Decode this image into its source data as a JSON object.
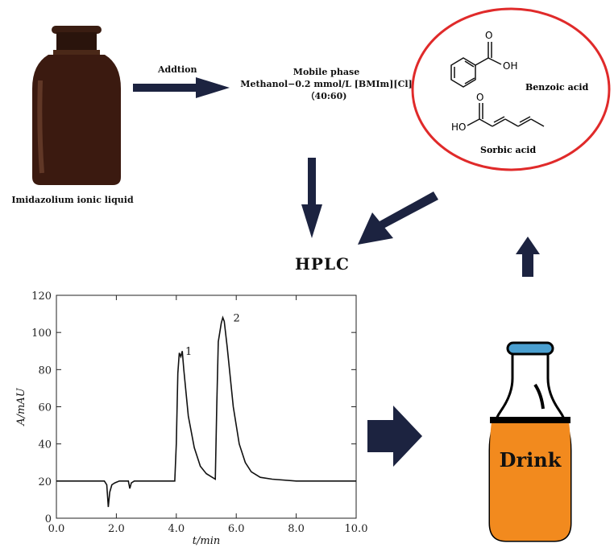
{
  "bottle": {
    "label": "Imidazolium ionic liquid"
  },
  "addition": {
    "label": "Addtion"
  },
  "mobile_phase": {
    "title": "Mobile phase",
    "composition": "Methanol−0.2 mmol/L [BMIm][Cl]",
    "ratio": "（40:60)"
  },
  "compounds": {
    "benzoic": {
      "name": "Benzoic acid",
      "oh": "OH",
      "o": "O"
    },
    "sorbic": {
      "name": "Sorbic acid",
      "ho": "HO",
      "o": "O"
    }
  },
  "hplc": {
    "label": "HPLC"
  },
  "drink": {
    "label": "Drink"
  },
  "colors": {
    "arrow": "#1c2340",
    "ellipse": "#e02a2a",
    "drink": "#f28a1e",
    "cap": "#4a9fd0"
  },
  "chart_data": {
    "type": "line",
    "xlabel": "t/min",
    "ylabel": "A/mAU",
    "xlim": [
      0,
      10
    ],
    "ylim": [
      0,
      120
    ],
    "xticks": [
      "0.0",
      "2.0",
      "4.0",
      "6.0",
      "8.0",
      "10.0"
    ],
    "yticks": [
      "0",
      "20",
      "40",
      "60",
      "80",
      "100",
      "120"
    ],
    "peak_labels": [
      {
        "text": "1",
        "x": 4.3,
        "y": 88
      },
      {
        "text": "2",
        "x": 5.9,
        "y": 106
      }
    ],
    "series": [
      {
        "x": [
          0.0,
          1.6,
          1.68,
          1.73,
          1.78,
          1.85,
          1.95,
          2.1,
          2.4,
          2.45,
          2.5,
          2.6,
          2.8,
          3.6,
          3.95,
          4.0,
          4.05,
          4.1,
          4.15,
          4.2,
          4.25,
          4.4,
          4.6,
          4.8,
          5.0,
          5.2,
          5.3,
          5.35,
          5.4,
          5.5,
          5.55,
          5.6,
          5.7,
          5.9,
          6.1,
          6.3,
          6.5,
          6.8,
          7.2,
          8.0,
          10.0
        ],
        "y": [
          20,
          20,
          18,
          6,
          14,
          18,
          19,
          20,
          20,
          16,
          19,
          20,
          20,
          20,
          20,
          40,
          78,
          89,
          87,
          90,
          80,
          55,
          38,
          28,
          24,
          22,
          21,
          60,
          95,
          105,
          108,
          106,
          92,
          60,
          40,
          30,
          25,
          22,
          21,
          20,
          20
        ]
      }
    ]
  }
}
